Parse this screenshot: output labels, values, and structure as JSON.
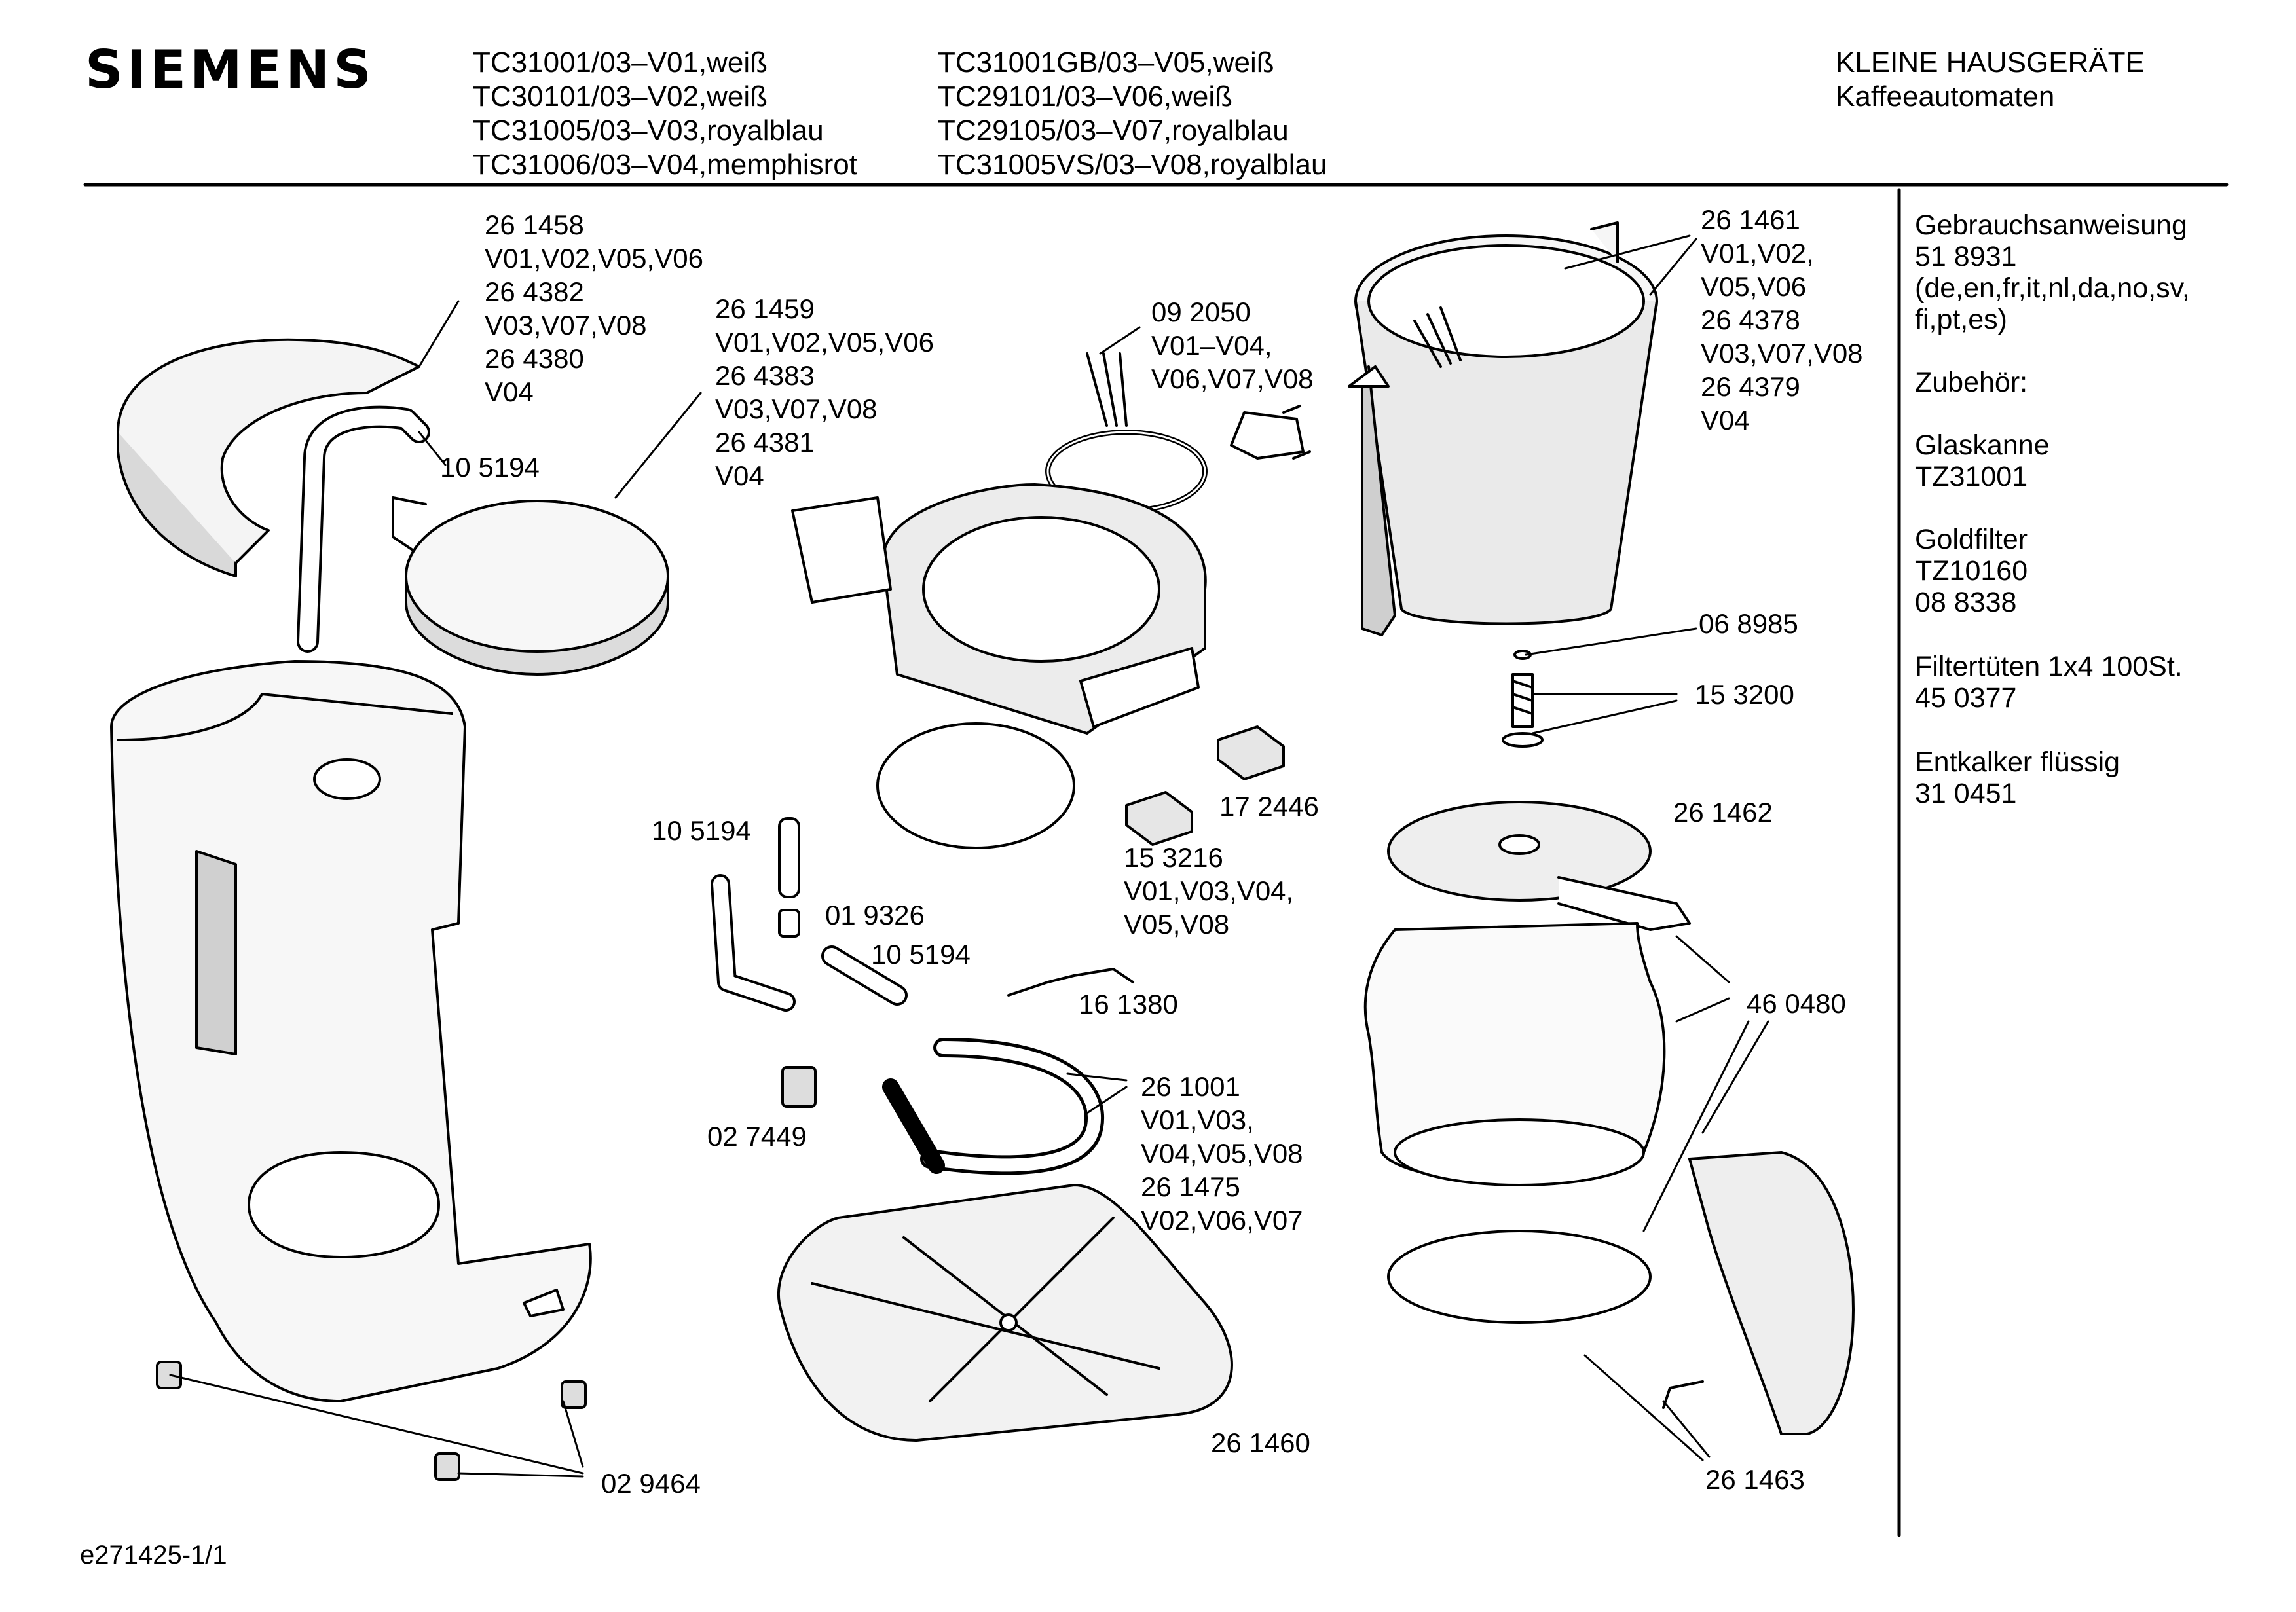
{
  "brand": {
    "logo_text": "SIEMENS"
  },
  "header": {
    "models_col1": [
      "TC31001/03–V01,weiß",
      "TC30101/03–V02,weiß",
      "TC31005/03–V03,royalblau",
      "TC31006/03–V04,memphisrot"
    ],
    "models_col2": [
      "TC31001GB/03–V05,weiß",
      "TC29101/03–V06,weiß",
      "TC29105/03–V07,royalblau",
      "TC31005VS/03–V08,royalblau"
    ],
    "category": [
      "KLEINE HAUSGERÄTE",
      "Kaffeeautomaten"
    ]
  },
  "sidebar": {
    "blocks": [
      [
        "Gebrauchsanweisung",
        "51 8931",
        "(de,en,fr,it,nl,da,no,sv,",
        "fi,pt,es)"
      ],
      [
        "Zubehör:"
      ],
      [
        "Glaskanne",
        "TZ31001"
      ],
      [
        "Goldfilter",
        "TZ10160",
        "08 8338"
      ],
      [
        "Filtertüten 1x4 100St.",
        "45 0377"
      ],
      [
        "Entkalker flüssig",
        "31 0451"
      ]
    ]
  },
  "labels": {
    "lid_outer": [
      "26 1458",
      "V01,V02,V05,V06",
      "26 4382",
      "V03,V07,V08",
      "26 4380",
      "V04"
    ],
    "lid_inner": [
      "26 1459",
      "V01,V02,V05,V06",
      "26 4383",
      "V03,V07,V08",
      "26 4381",
      "V04"
    ],
    "cord": [
      "09 2050",
      "V01–V04,",
      "V06,V07,V08"
    ],
    "filter_basket": [
      "26 1461",
      "V01,V02,",
      "V05,V06",
      "26 4378",
      "V03,V07,V08",
      "26 4379",
      "V04"
    ],
    "tube_top": "10 5194",
    "seal": "06 8985",
    "valve": "15 3200",
    "switch_clip": "17 2446",
    "carafe_lid": "26 1462",
    "lamp_clip": [
      "15 3216",
      "V01,V03,V04,",
      "V05,V08"
    ],
    "tube_left": "10 5194",
    "connector": "01 9326",
    "tube_mid": "10 5194",
    "fuse": "16 1380",
    "carafe": "46 0480",
    "heater": [
      "26 1001",
      "V01,V03,",
      "V04,V05,V08",
      "26 1475",
      "V02,V06,V07"
    ],
    "switch": "02 7449",
    "base_plate": "26 1460",
    "feet": "02 9464",
    "screw": "26 1463"
  },
  "footer": {
    "drawing_id": "e271425-1/1"
  }
}
